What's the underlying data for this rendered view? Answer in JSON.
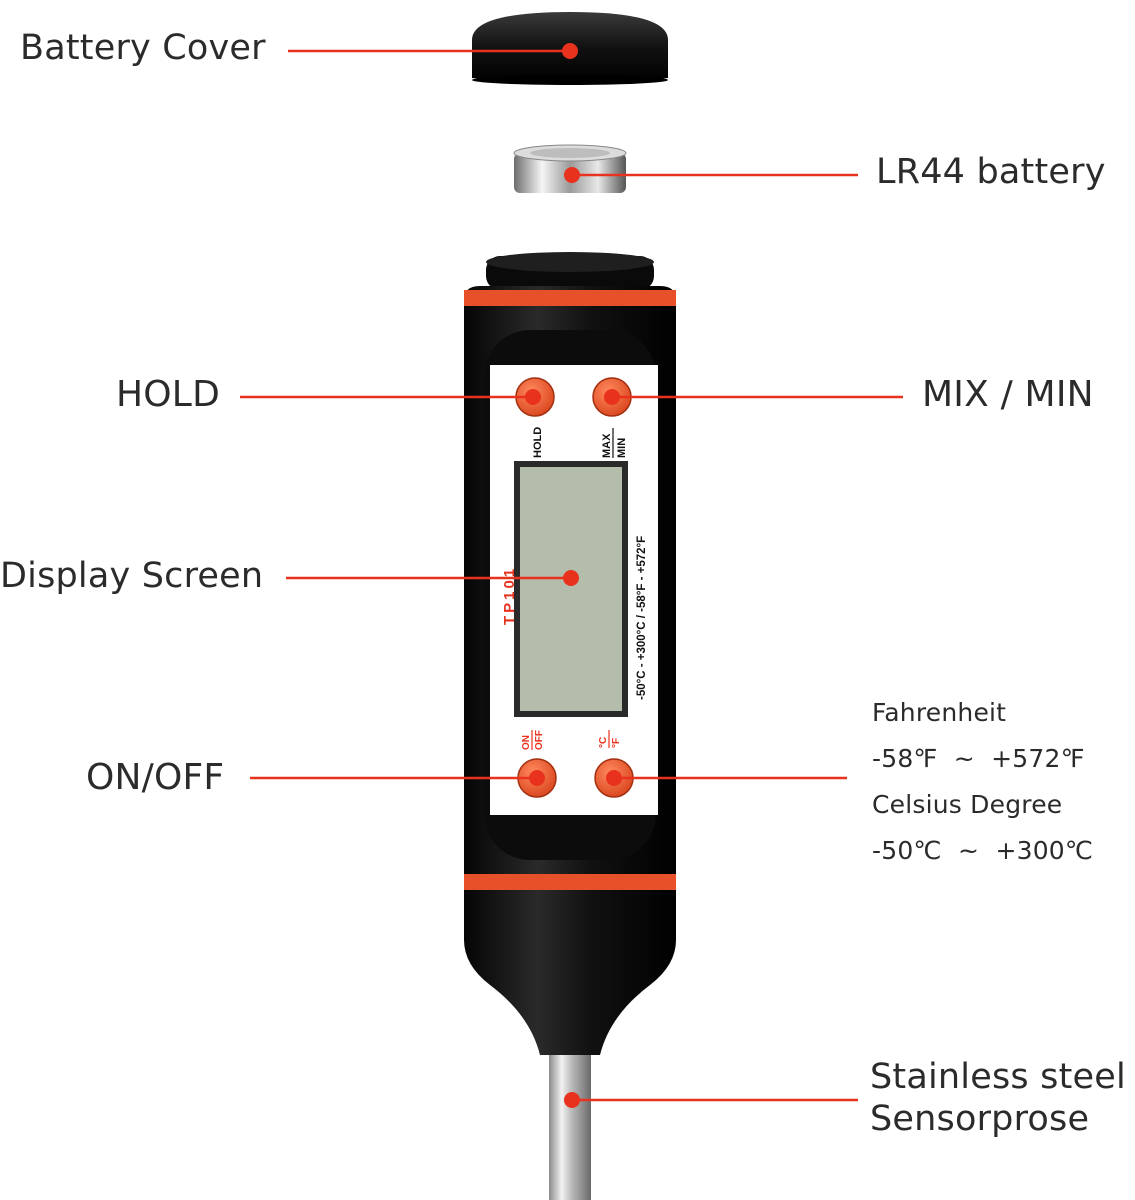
{
  "labels": {
    "battery_cover": "Battery Cover",
    "battery": "LR44 battery",
    "hold": "HOLD",
    "max_min": "MIX / MIN",
    "display_screen": "Display Screen",
    "on_off": "ON/OFF",
    "probe_line1": "Stainless steel",
    "probe_line2": "Sensorprose"
  },
  "range_info": {
    "fahrenheit_title": "Fahrenheit",
    "fahrenheit_range": "-58℉  ~  +572℉",
    "celsius_title": "Celsius Degree",
    "celsius_range": "-50℃  ~  +300℃"
  },
  "device_print": {
    "hold": "HOLD",
    "max": "MAX",
    "min": "MIN",
    "on": "ON",
    "off": "OFF",
    "deg_c": "°C",
    "deg_f": "°F",
    "model": "TP101",
    "spec": "-50°C - +300°C / -58°F - +572°F"
  },
  "colors": {
    "accent_red": "#e8321e",
    "body_black": "#151515",
    "orange_band": "#e8502a",
    "button_orange": "#ee5a2e",
    "lcd_green": "#b4bdab",
    "leader_line": "#e8321e"
  }
}
